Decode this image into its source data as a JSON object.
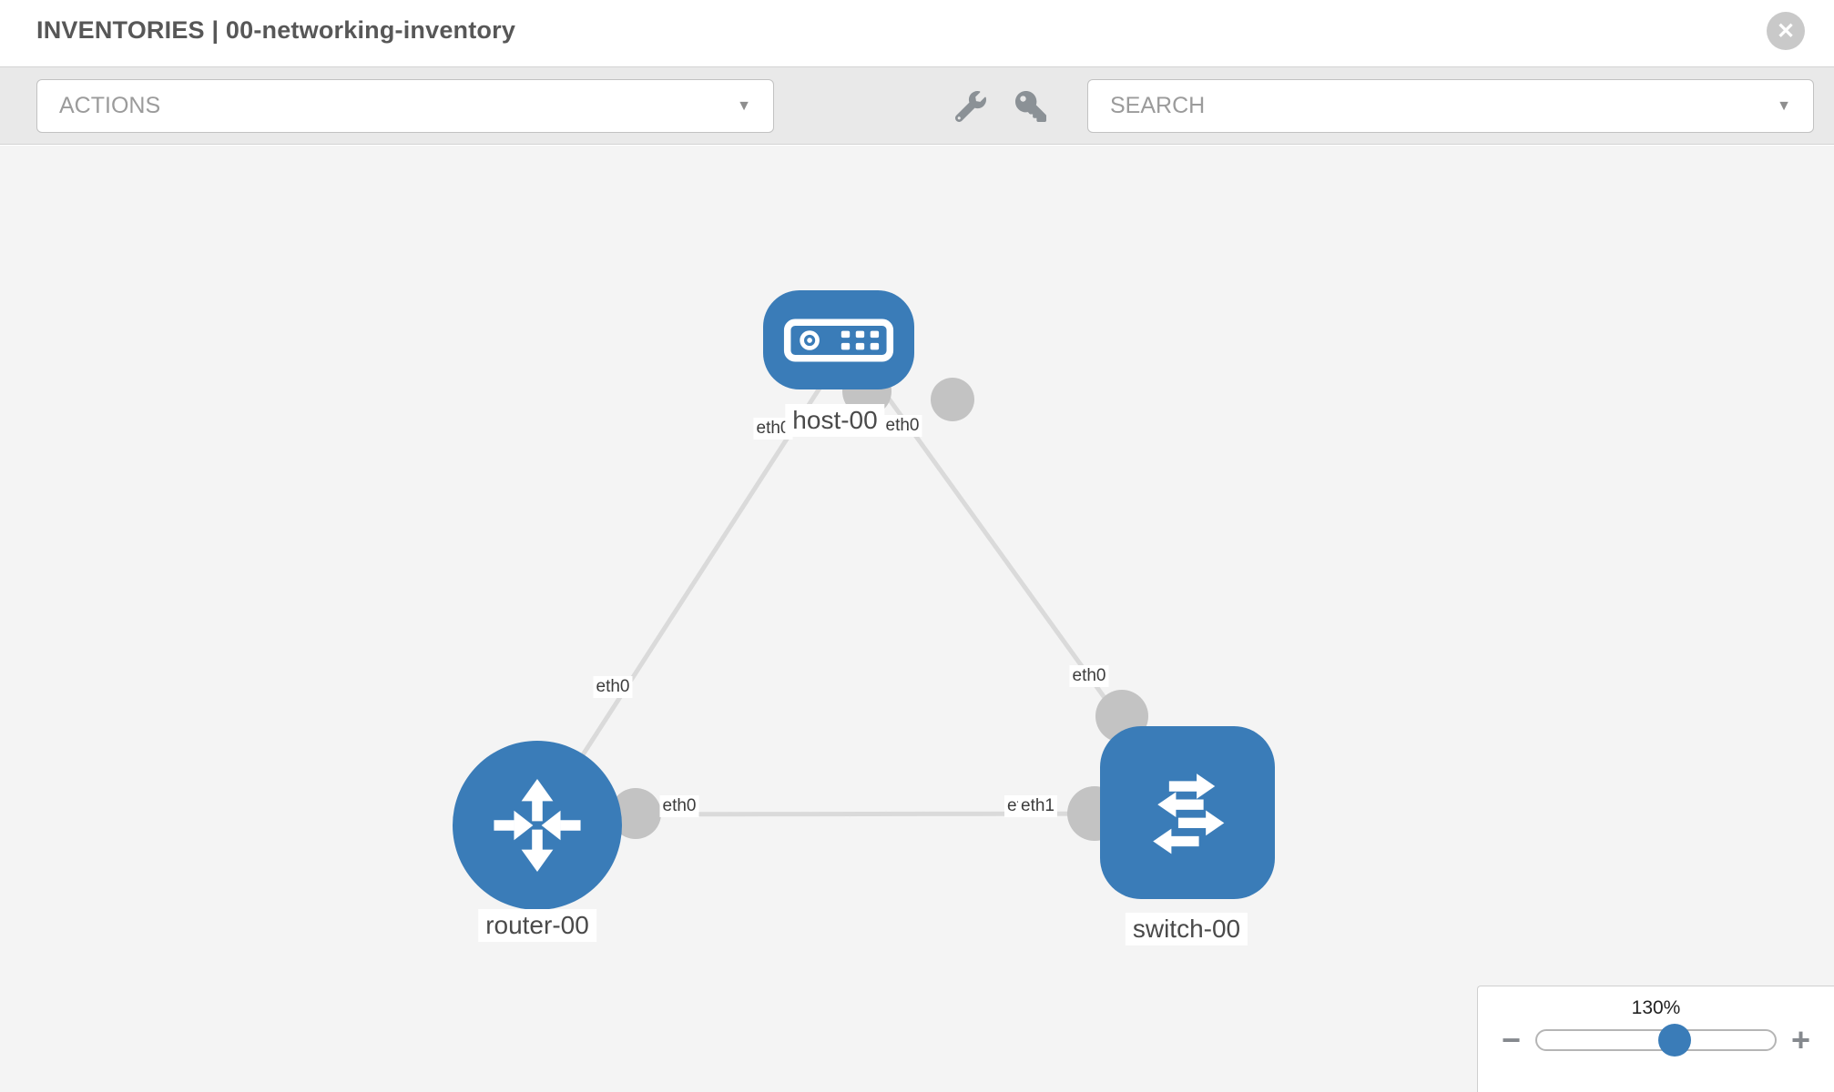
{
  "header": {
    "title": "INVENTORIES | 00-networking-inventory"
  },
  "toolbar": {
    "actions_placeholder": "ACTIONS",
    "search_placeholder": "SEARCH"
  },
  "icons": {
    "close": "✕",
    "caret": "▼",
    "minus": "−",
    "plus": "+",
    "toolbar_left": "wrench-icon",
    "toolbar_right": "key-icon"
  },
  "topology": {
    "nodes": [
      {
        "id": "host-00",
        "type": "host",
        "label": "host-00"
      },
      {
        "id": "router-00",
        "type": "router",
        "label": "router-00"
      },
      {
        "id": "switch-00",
        "type": "switch",
        "label": "switch-00"
      }
    ],
    "links": [
      {
        "from": "host-00",
        "from_interface": "eth0",
        "to": "router-00",
        "to_interface": "eth0"
      },
      {
        "from": "host-00",
        "from_interface": "eth0",
        "to": "switch-00",
        "to_interface": "eth0"
      },
      {
        "from": "router-00",
        "from_interface": "eth0",
        "to": "switch-00",
        "to_interface": "eth1",
        "note": "second interface label eth0 partially hidden under eth1 label"
      }
    ]
  },
  "labels": {
    "host": "host-00",
    "router": "router-00",
    "switch": "switch-00",
    "if_host_left": "eth0",
    "if_host_right": "eth0",
    "if_link_router_upper": "eth0",
    "if_link_switch_upper": "eth0",
    "if_link_mid_router": "eth0",
    "if_link_mid_switch_under": "eth0",
    "if_link_mid_switch": "eth1"
  },
  "zoom_control": {
    "percent": "130%"
  },
  "colors": {
    "node_blue": "#3a7cb8",
    "link_gray": "#dadada",
    "port_gray": "#c3c3c3",
    "canvas_bg": "#f4f4f4",
    "toolbar_bg": "#e9e9e9"
  }
}
